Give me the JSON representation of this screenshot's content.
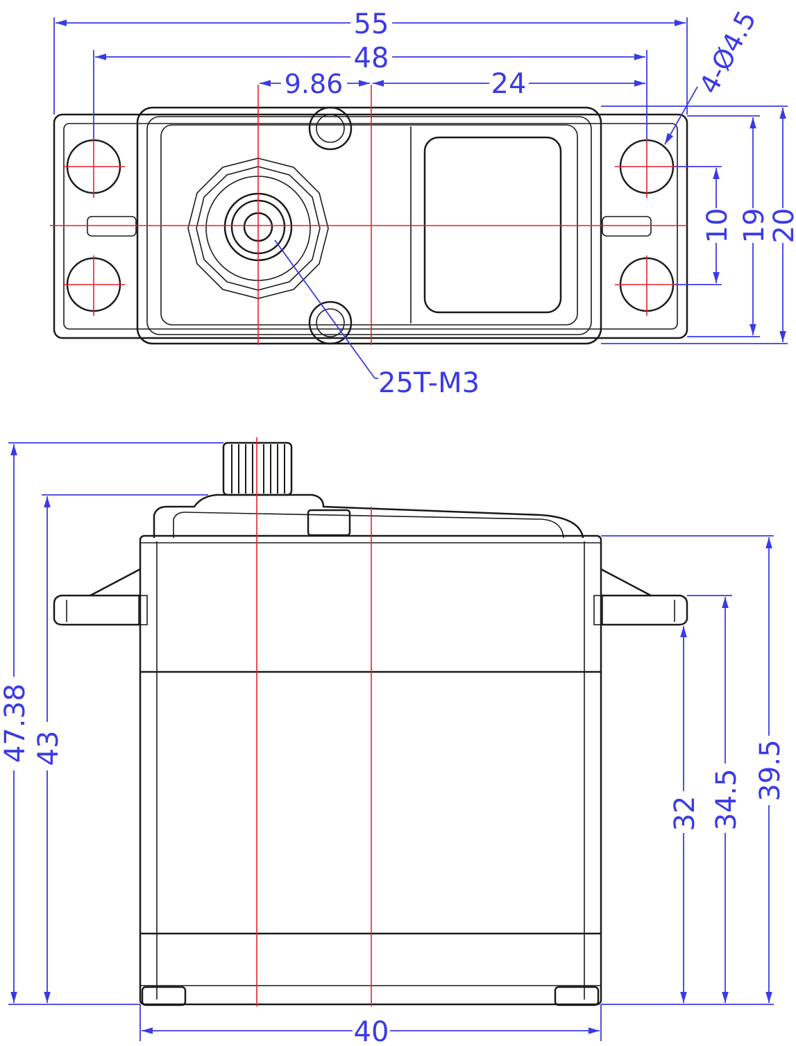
{
  "colors": {
    "outline": "#1a1a1a",
    "centerline": "#e8202a",
    "dimension": "#3a3ae6"
  },
  "top_view": {
    "dims": {
      "overall_width": "55",
      "hole_spacing": "48",
      "shaft_offset": "9.86",
      "right_offset": "24",
      "hole_callout": "4-Ø4.5",
      "hole_vertical": "10",
      "body_width": "19",
      "overall_depth": "20",
      "spline_callout": "25T-M3"
    }
  },
  "side_view": {
    "dims": {
      "total_height": "47.38",
      "body_height": "43",
      "case_height": "39.5",
      "tab_height": "34.5",
      "mount_height": "32",
      "body_length": "40"
    }
  }
}
